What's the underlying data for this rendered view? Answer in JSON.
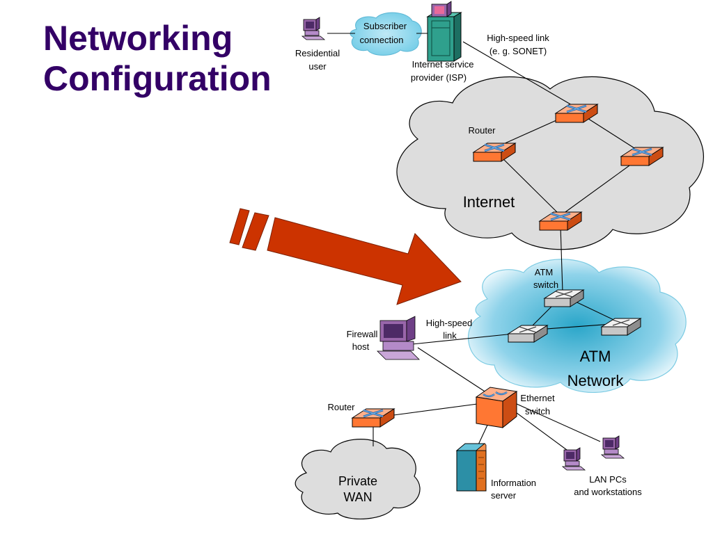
{
  "title": {
    "line1": "Networking",
    "line2": "Configuration"
  },
  "labels": {
    "subscriber_1": "Subscriber",
    "subscriber_2": "connection",
    "residential_1": "Residential",
    "residential_2": "user",
    "isp_1": "Internet service",
    "isp_2": "provider (ISP)",
    "hs_link_1": "High-speed link",
    "hs_link_2": "(e. g. SONET)",
    "router_internet": "Router",
    "internet": "Internet",
    "atm_switch_1": "ATM",
    "atm_switch_2": "switch",
    "atm_network_1": "ATM",
    "atm_network_2": "Network",
    "firewall_1": "Firewall",
    "firewall_2": "host",
    "hs_link_b_1": "High-speed",
    "hs_link_b_2": "link",
    "ethernet_1": "Ethernet",
    "ethernet_2": "switch",
    "router_wan": "Router",
    "private_wan_1": "Private",
    "private_wan_2": "WAN",
    "info_server_1": "Information",
    "info_server_2": "server",
    "lan_pcs_1": "LAN PCs",
    "lan_pcs_2": "and workstations"
  },
  "colors": {
    "title": "#330066",
    "arrow": "#cc3300",
    "router": "#ff7733",
    "cloud_internet": "#dddddd",
    "cloud_atm": "#3fb3d3",
    "computer": "#9966aa",
    "server": "#2c8fa6"
  }
}
